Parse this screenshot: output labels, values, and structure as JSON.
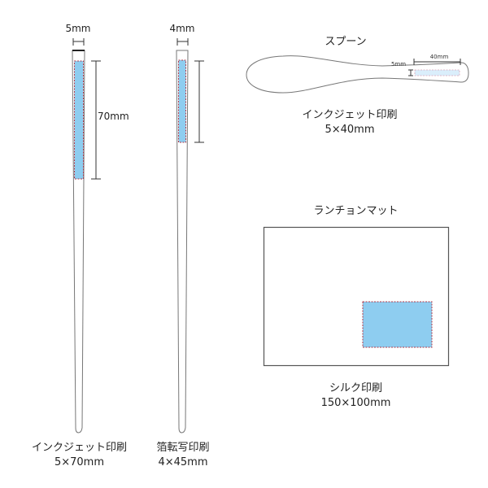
{
  "colors": {
    "outline": "#777777",
    "print_area_fill": "#8ecdf0",
    "print_area_fill_light": "#daeefb",
    "print_area_border": "#b03a4a",
    "dimension_line": "#333333"
  },
  "items": [
    {
      "id": "chopstick-inkjet",
      "top_width_label": "5mm",
      "length_label": "70mm",
      "method": "インクジェット印刷",
      "size": "5×70mm"
    },
    {
      "id": "chopstick-foil",
      "top_width_label": "4mm",
      "method": "箔転写印刷",
      "size": "4×45mm"
    },
    {
      "id": "spoon",
      "title": "スプーン",
      "width_label": "5mm",
      "length_label": "40mm",
      "method": "インクジェット印刷",
      "size": "5×40mm"
    },
    {
      "id": "luncheon-mat",
      "title": "ランチョンマット",
      "method": "シルク印刷",
      "size": "150×100mm"
    }
  ]
}
